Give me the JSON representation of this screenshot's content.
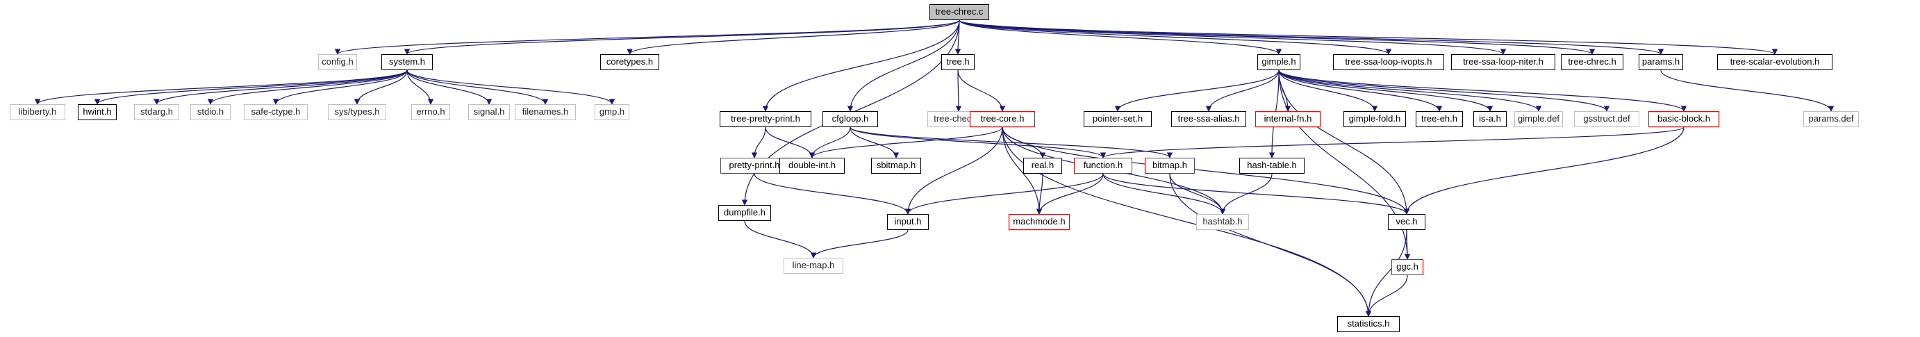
{
  "colors": {
    "edge": "#191970",
    "root_fill": "#bfbfbf",
    "red_border": "#ff0000",
    "gray_border": "#bfbfbf"
  },
  "nodes": [
    {
      "id": "root",
      "label": "tree-chrec.c",
      "style": "root"
    },
    {
      "id": "config",
      "label": "config.h",
      "style": "gray"
    },
    {
      "id": "system",
      "label": "system.h",
      "style": "black"
    },
    {
      "id": "coretypes",
      "label": "coretypes.h",
      "style": "black"
    },
    {
      "id": "tree",
      "label": "tree.h",
      "style": "black"
    },
    {
      "id": "gimple",
      "label": "gimple.h",
      "style": "black"
    },
    {
      "id": "ivopts",
      "label": "tree-ssa-loop-ivopts.h",
      "style": "black"
    },
    {
      "id": "niter",
      "label": "tree-ssa-loop-niter.h",
      "style": "black"
    },
    {
      "id": "treechrec",
      "label": "tree-chrec.h",
      "style": "black"
    },
    {
      "id": "params",
      "label": "params.h",
      "style": "black"
    },
    {
      "id": "scev",
      "label": "tree-scalar-evolution.h",
      "style": "black"
    },
    {
      "id": "libiberty",
      "label": "libiberty.h",
      "style": "gray"
    },
    {
      "id": "hwint",
      "label": "hwint.h",
      "style": "black"
    },
    {
      "id": "stdarg",
      "label": "stdarg.h",
      "style": "gray"
    },
    {
      "id": "stdio",
      "label": "stdio.h",
      "style": "gray"
    },
    {
      "id": "safectype",
      "label": "safe-ctype.h",
      "style": "gray"
    },
    {
      "id": "systypes",
      "label": "sys/types.h",
      "style": "gray"
    },
    {
      "id": "errno",
      "label": "errno.h",
      "style": "gray"
    },
    {
      "id": "signal",
      "label": "signal.h",
      "style": "gray"
    },
    {
      "id": "filenames",
      "label": "filenames.h",
      "style": "gray"
    },
    {
      "id": "gmp",
      "label": "gmp.h",
      "style": "gray"
    },
    {
      "id": "treepp",
      "label": "tree-pretty-print.h",
      "style": "black"
    },
    {
      "id": "cfgloop",
      "label": "cfgloop.h",
      "style": "black"
    },
    {
      "id": "treecheck",
      "label": "tree-check.h",
      "style": "gray"
    },
    {
      "id": "treecore",
      "label": "tree-core.h",
      "style": "red"
    },
    {
      "id": "pointerset",
      "label": "pointer-set.h",
      "style": "black"
    },
    {
      "id": "ssaalias",
      "label": "tree-ssa-alias.h",
      "style": "black"
    },
    {
      "id": "internalfn",
      "label": "internal-fn.h",
      "style": "red"
    },
    {
      "id": "gimplefold",
      "label": "gimple-fold.h",
      "style": "black"
    },
    {
      "id": "treeeh",
      "label": "tree-eh.h",
      "style": "black"
    },
    {
      "id": "isa",
      "label": "is-a.h",
      "style": "black"
    },
    {
      "id": "gimpledef",
      "label": "gimple.def",
      "style": "gray"
    },
    {
      "id": "gsstruct",
      "label": "gsstruct.def",
      "style": "gray"
    },
    {
      "id": "basicblock",
      "label": "basic-block.h",
      "style": "red"
    },
    {
      "id": "paramsdef",
      "label": "params.def",
      "style": "gray"
    },
    {
      "id": "prettyprint",
      "label": "pretty-print.h",
      "style": "red"
    },
    {
      "id": "doubleint",
      "label": "double-int.h",
      "style": "black"
    },
    {
      "id": "sbitmap",
      "label": "sbitmap.h",
      "style": "black"
    },
    {
      "id": "real",
      "label": "real.h",
      "style": "black"
    },
    {
      "id": "function",
      "label": "function.h",
      "style": "red"
    },
    {
      "id": "bitmap",
      "label": "bitmap.h",
      "style": "red"
    },
    {
      "id": "hashtable",
      "label": "hash-table.h",
      "style": "black"
    },
    {
      "id": "dumpfile",
      "label": "dumpfile.h",
      "style": "black"
    },
    {
      "id": "input",
      "label": "input.h",
      "style": "black"
    },
    {
      "id": "machmode",
      "label": "machmode.h",
      "style": "red"
    },
    {
      "id": "hashtab",
      "label": "hashtab.h",
      "style": "gray"
    },
    {
      "id": "vec",
      "label": "vec.h",
      "style": "black"
    },
    {
      "id": "ggc",
      "label": "ggc.h",
      "style": "red"
    },
    {
      "id": "linemap",
      "label": "line-map.h",
      "style": "gray"
    },
    {
      "id": "statistics",
      "label": "statistics.h",
      "style": "black"
    }
  ],
  "edges": [
    [
      "root",
      "config"
    ],
    [
      "root",
      "system"
    ],
    [
      "root",
      "coretypes"
    ],
    [
      "root",
      "tree"
    ],
    [
      "root",
      "gimple"
    ],
    [
      "root",
      "ivopts"
    ],
    [
      "root",
      "niter"
    ],
    [
      "root",
      "treechrec"
    ],
    [
      "root",
      "params"
    ],
    [
      "root",
      "scev"
    ],
    [
      "root",
      "treepp"
    ],
    [
      "root",
      "cfgloop"
    ],
    [
      "root",
      "dumpfile"
    ],
    [
      "system",
      "libiberty"
    ],
    [
      "system",
      "hwint"
    ],
    [
      "system",
      "stdarg"
    ],
    [
      "system",
      "stdio"
    ],
    [
      "system",
      "safectype"
    ],
    [
      "system",
      "systypes"
    ],
    [
      "system",
      "errno"
    ],
    [
      "system",
      "signal"
    ],
    [
      "system",
      "filenames"
    ],
    [
      "system",
      "gmp"
    ],
    [
      "tree",
      "treecheck"
    ],
    [
      "tree",
      "treecore"
    ],
    [
      "gimple",
      "pointerset"
    ],
    [
      "gimple",
      "ssaalias"
    ],
    [
      "gimple",
      "internalfn"
    ],
    [
      "gimple",
      "gimplefold"
    ],
    [
      "gimple",
      "treeeh"
    ],
    [
      "gimple",
      "isa"
    ],
    [
      "gimple",
      "gimpledef"
    ],
    [
      "gimple",
      "gsstruct"
    ],
    [
      "gimple",
      "basicblock"
    ],
    [
      "gimple",
      "vec"
    ],
    [
      "gimple",
      "ggc"
    ],
    [
      "gimple",
      "hashtable"
    ],
    [
      "params",
      "paramsdef"
    ],
    [
      "treepp",
      "prettyprint"
    ],
    [
      "treepp",
      "doubleint"
    ],
    [
      "cfgloop",
      "doubleint"
    ],
    [
      "cfgloop",
      "sbitmap"
    ],
    [
      "cfgloop",
      "function"
    ],
    [
      "cfgloop",
      "bitmap"
    ],
    [
      "treecore",
      "doubleint"
    ],
    [
      "treecore",
      "input"
    ],
    [
      "treecore",
      "real"
    ],
    [
      "treecore",
      "machmode"
    ],
    [
      "treecore",
      "hashtab"
    ],
    [
      "treecore",
      "vec"
    ],
    [
      "treecore",
      "statistics"
    ],
    [
      "basicblock",
      "function"
    ],
    [
      "basicblock",
      "vec"
    ],
    [
      "prettyprint",
      "input"
    ],
    [
      "real",
      "machmode"
    ],
    [
      "function",
      "input"
    ],
    [
      "function",
      "machmode"
    ],
    [
      "function",
      "hashtab"
    ],
    [
      "function",
      "vec"
    ],
    [
      "bitmap",
      "hashtab"
    ],
    [
      "bitmap",
      "statistics"
    ],
    [
      "hashtable",
      "hashtab"
    ],
    [
      "dumpfile",
      "linemap"
    ],
    [
      "input",
      "linemap"
    ],
    [
      "vec",
      "ggc"
    ],
    [
      "vec",
      "statistics"
    ],
    [
      "ggc",
      "statistics"
    ]
  ]
}
